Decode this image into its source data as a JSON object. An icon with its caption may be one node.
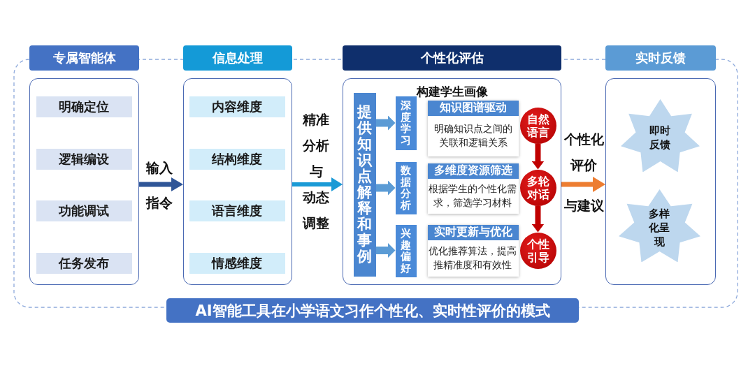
{
  "diagram": {
    "title": "AI智能工具在小学语文习作个性化、实时性评价的模式",
    "nodes": [
      {
        "text": [
          "专属智能体"
        ]
      },
      {
        "text": [],
        "shape": "box"
      },
      {
        "text": [
          "明确定位"
        ],
        "in": 1
      },
      {
        "text": [
          "逻辑编设"
        ],
        "in": 1
      },
      {
        "text": [
          "功能调试"
        ],
        "in": 1
      },
      {
        "text": [
          "任务发布"
        ],
        "in": 1
      },
      {
        "text": [
          "信息处理"
        ]
      },
      {
        "text": [],
        "shape": "box"
      },
      {
        "text": [
          "内容维度"
        ],
        "in": 7
      },
      {
        "text": [
          "结构维度"
        ],
        "in": 7
      },
      {
        "text": [
          "语言维度"
        ],
        "in": 7
      },
      {
        "text": [
          "情感维度"
        ],
        "in": 7
      },
      {
        "text": [
          "个性化评估"
        ]
      },
      {
        "text": [
          "构建学生画像"
        ]
      },
      {
        "text": [
          "提供知识点解释和事例"
        ],
        "in": 13
      },
      {
        "text": [
          "深度学习"
        ],
        "in": 13
      },
      {
        "text": [
          "数据分析"
        ],
        "in": 13
      },
      {
        "text": [
          "兴趣偏好"
        ],
        "in": 13
      },
      {
        "text": [
          "知识图谱驱动",
          "明确知识点之间的关联和逻辑关系"
        ],
        "in": 13
      },
      {
        "text": [
          "多维度资源筛选",
          "根据学生的个性化需求，筛选学习材料"
        ],
        "in": 13
      },
      {
        "text": [
          "实时更新与优化",
          "优化推荐算法，提高推精准度和有效性"
        ],
        "in": 13
      },
      {
        "text": [
          "自然语言"
        ],
        "in": 13
      },
      {
        "text": [
          "多轮对话"
        ],
        "in": 13
      },
      {
        "text": [
          "个性引导"
        ],
        "in": 13
      },
      {
        "text": [
          "实时反馈"
        ]
      },
      {
        "text": [],
        "shape": "box"
      },
      {
        "text": [
          "即时反馈"
        ],
        "in": 25
      },
      {
        "text": [
          "多样化呈现"
        ],
        "in": 25
      }
    ],
    "edges": [
      {
        "from": 1,
        "to": 7,
        "arrow": "to",
        "label": "输入指令",
        "color": "#2f5597"
      },
      {
        "from": 7,
        "to": 13,
        "arrow": "to",
        "label": "精准分析与动态调整",
        "color": "#1a9ad6"
      },
      {
        "from": 14,
        "to": 15,
        "arrow": "to"
      },
      {
        "from": 14,
        "to": 16,
        "arrow": "to"
      },
      {
        "from": 14,
        "to": 17,
        "arrow": "to"
      },
      {
        "from": 21,
        "to": 22,
        "arrow": "to",
        "color": "#c00000"
      },
      {
        "from": 22,
        "to": 23,
        "arrow": "to",
        "color": "#c00000"
      },
      {
        "from": 13,
        "to": 25,
        "arrow": "to",
        "label": "个性化评价与建议",
        "color": "#ed7d31"
      }
    ]
  }
}
